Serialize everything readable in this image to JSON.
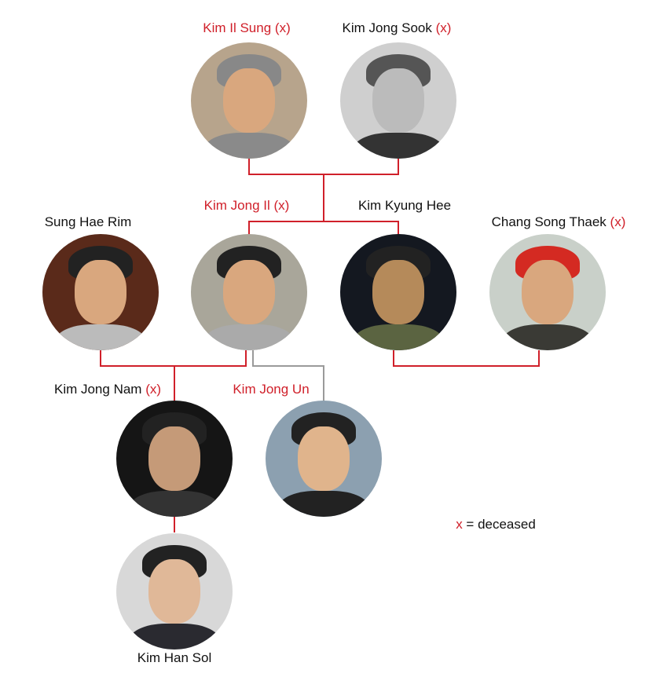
{
  "people": {
    "kim_il_sung": {
      "name": "Kim Il Sung",
      "mark": "(x)"
    },
    "kim_jong_sook": {
      "name": "Kim Jong Sook",
      "mark": "(x)"
    },
    "kim_jong_il": {
      "name": "Kim Jong Il",
      "mark": "(x)"
    },
    "kim_kyung_hee": {
      "name": "Kim Kyung Hee"
    },
    "sung_hae_rim": {
      "name": "Sung Hae Rim"
    },
    "chang_song_thaek": {
      "name": "Chang Song Thaek",
      "mark": "(x)"
    },
    "kim_jong_nam": {
      "name": "Kim Jong Nam",
      "mark": "(x)"
    },
    "kim_jong_un": {
      "name": "Kim Jong Un"
    },
    "kim_han_sol": {
      "name": "Kim Han Sol"
    }
  },
  "legend": {
    "symbol": "x",
    "text": "= deceased"
  },
  "colors": {
    "accent": "#d0202a",
    "line_red": "#d0202a",
    "line_gray": "#9a9a9a"
  }
}
